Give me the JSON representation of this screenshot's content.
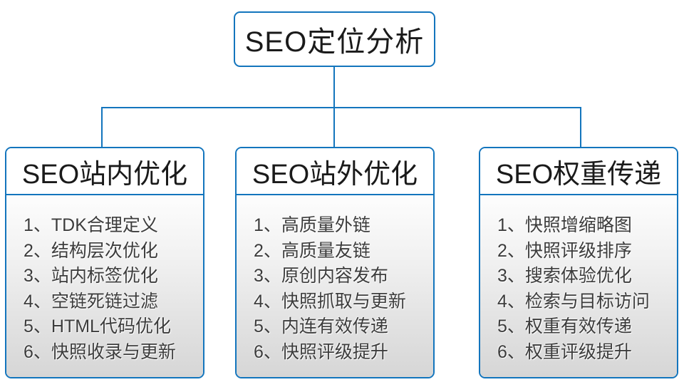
{
  "diagram": {
    "root": {
      "label": "SEO定位分析"
    },
    "columns": [
      {
        "header": "SEO站内优化",
        "items": [
          "1、TDK合理定义",
          "2、结构层次优化",
          "3、站内标签优化",
          "4、空链死链过滤",
          "5、HTML代码优化",
          "6、快照收录与更新"
        ]
      },
      {
        "header": "SEO站外优化",
        "items": [
          "1、高质量外链",
          "2、高质量友链",
          "3、原创内容发布",
          "4、快照抓取与更新",
          "5、内连有效传递",
          "6、快照评级提升"
        ]
      },
      {
        "header": "SEO权重传递",
        "items": [
          "1、快照增缩略图",
          "2、快照评级排序",
          "3、搜索体验优化",
          "4、检索与目标访问",
          "5、权重有效传递",
          "6、权重评级提升"
        ]
      }
    ],
    "colors": {
      "accent_blue": "#1375BD",
      "body_gradient_top": "#fdfdfd",
      "body_gradient_bottom": "#d6d6d6",
      "text_dark": "#3c3c3c"
    }
  }
}
